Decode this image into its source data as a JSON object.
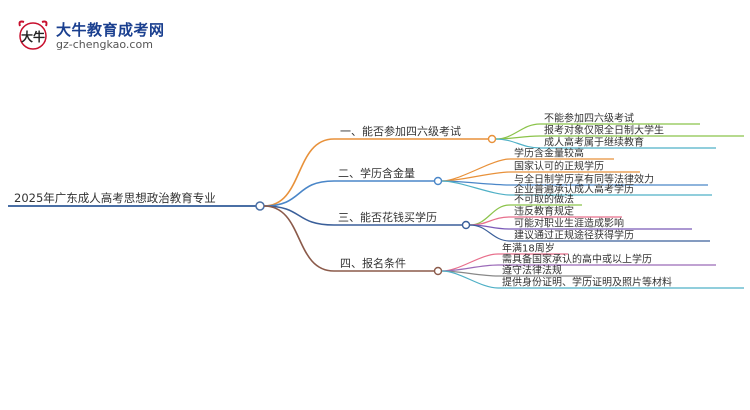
{
  "brand": {
    "name": "大牛教育成考网",
    "url": "gz-chengkao.com",
    "mark_text": "大牛",
    "colors": {
      "mark": "#c8102e",
      "title": "#1a3f8f"
    }
  },
  "mindmap": {
    "root": {
      "label": "2025年广东成人高考思想政治教育专业",
      "color": "#4a6fa5"
    },
    "branches": [
      {
        "label": "一、能否参加四六级考试",
        "color": "#e8913a",
        "children": [
          "不能参加四六级考试",
          "报考对象仅限全日制大学生",
          "成人高考属于继续教育"
        ],
        "child_colors": [
          "#8bc34a",
          "#8bc34a",
          "#4fb0c6"
        ]
      },
      {
        "label": "二、学历含金量",
        "color": "#4a86c8",
        "children": [
          "学历含金量较高",
          "国家认可的正规学历",
          "与全日制学历享有同等法律效力",
          "企业普遍承认成人高考学历"
        ],
        "child_colors": [
          "#e8913a",
          "#e8913a",
          "#4a86c8",
          "#4fb0c6"
        ]
      },
      {
        "label": "三、能否花钱买学历",
        "color": "#3a5f9a",
        "children": [
          "不可取的做法",
          "违反教育规定",
          "可能对职业生涯造成影响",
          "建议通过正规途径获得学历"
        ],
        "child_colors": [
          "#8bc34a",
          "#e86f8c",
          "#7a5ab8",
          "#3a5f9a"
        ]
      },
      {
        "label": "四、报名条件",
        "color": "#8b5a4a",
        "children": [
          "年满18周岁",
          "需具备国家承认的高中或以上学历",
          "遵守法律法规",
          "提供身份证明、学历证明及照片等材料"
        ],
        "child_colors": [
          "#e86f8c",
          "#9b6ab8",
          "#888888",
          "#4fb0c6"
        ]
      }
    ]
  }
}
